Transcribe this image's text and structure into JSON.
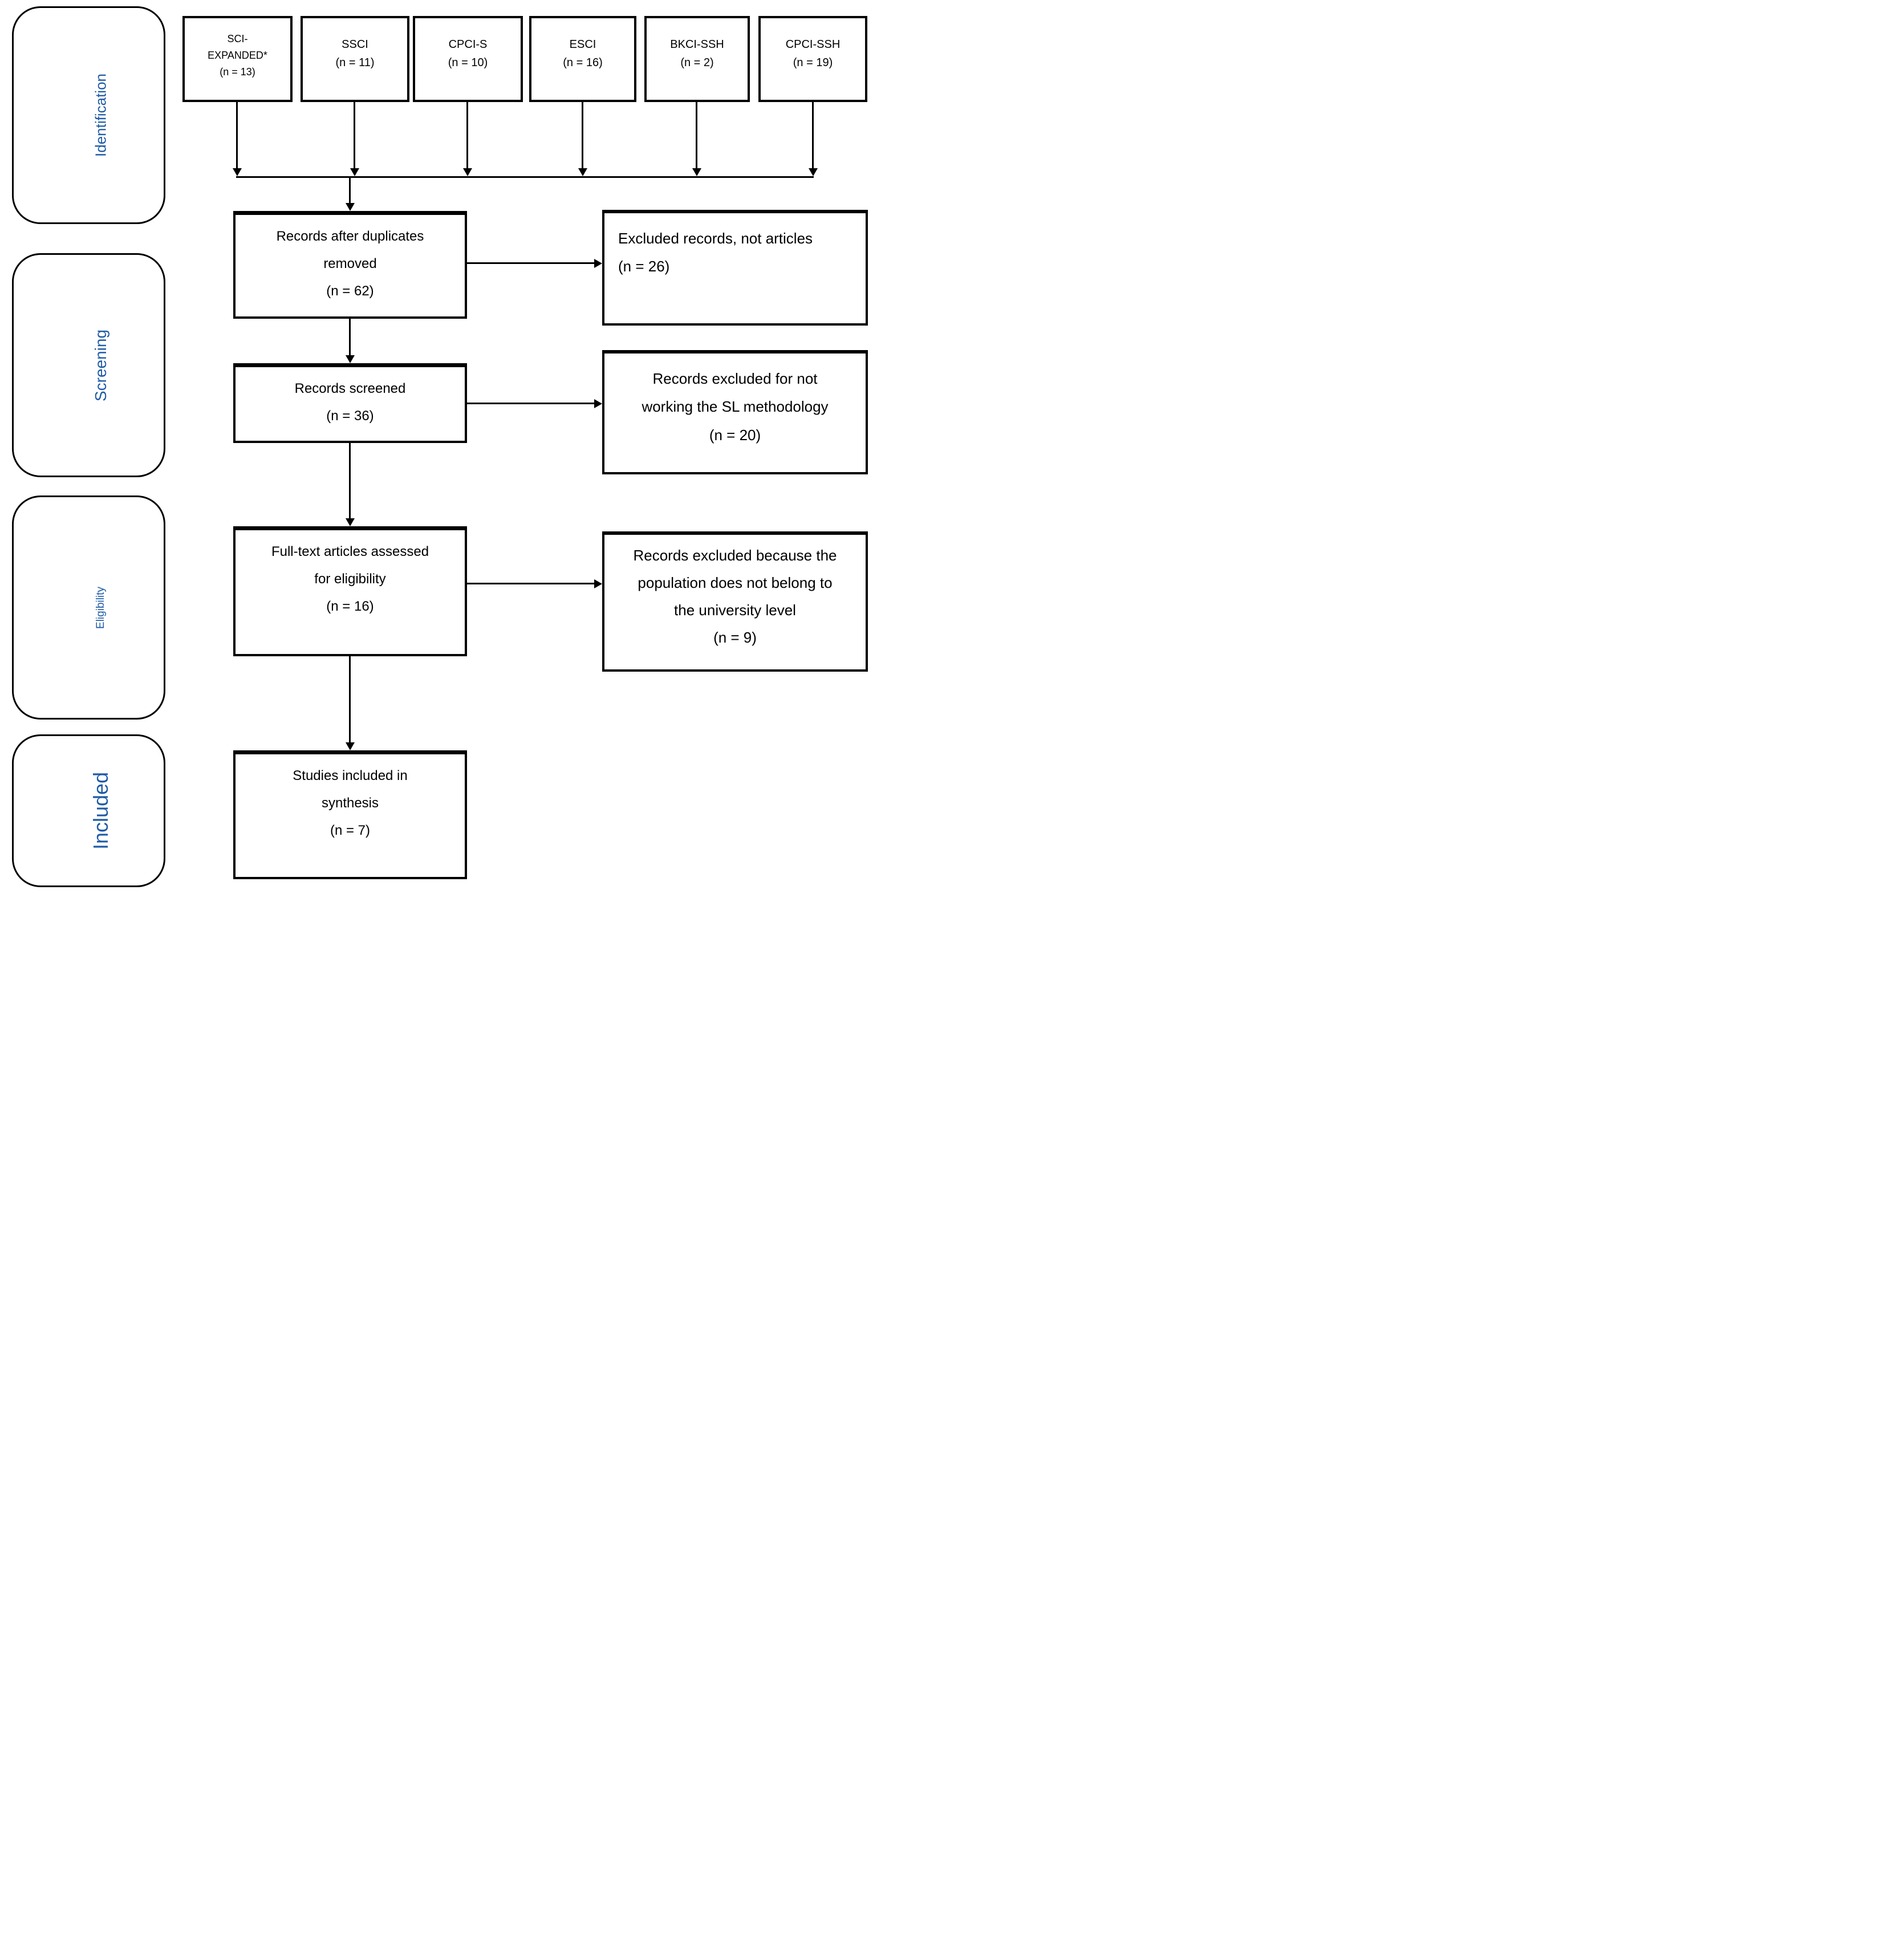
{
  "stages": [
    {
      "label": "Identification"
    },
    {
      "label": "Screening"
    },
    {
      "label": "Eligibility"
    },
    {
      "label": "Included"
    }
  ],
  "sources": [
    {
      "name": "SCI-\nEXPANDED*",
      "count": "(n = 13)"
    },
    {
      "name": "SSCI",
      "count": "(n = 11)"
    },
    {
      "name": "CPCI-S",
      "count": "(n = 10)"
    },
    {
      "name": "ESCI",
      "count": "(n = 16)"
    },
    {
      "name": "BKCI-SSH",
      "count": "(n = 2)"
    },
    {
      "name": "CPCI-SSH",
      "count": "(n = 19)"
    }
  ],
  "flow": [
    {
      "text": "Records after duplicates\nremoved",
      "count": "(n = 62)"
    },
    {
      "text": "Records screened",
      "count": "(n = 36)"
    },
    {
      "text": "Full-text articles assessed\nfor eligibility",
      "count": "(n = 16)"
    },
    {
      "text": "Studies included in\nsynthesis",
      "count": "(n = 7)"
    }
  ],
  "exclusions": [
    {
      "text": "Excluded records, not articles",
      "count": "(n = 26)"
    },
    {
      "text": "Records excluded for not\nworking the SL methodology",
      "count": "(n = 20)"
    },
    {
      "text": "Records excluded because the\npopulation does not belong to\nthe university level",
      "count": "(n = 9)"
    }
  ],
  "colors": {
    "stage_label": "#1f5ba6",
    "line": "#000000",
    "background": "#ffffff"
  }
}
